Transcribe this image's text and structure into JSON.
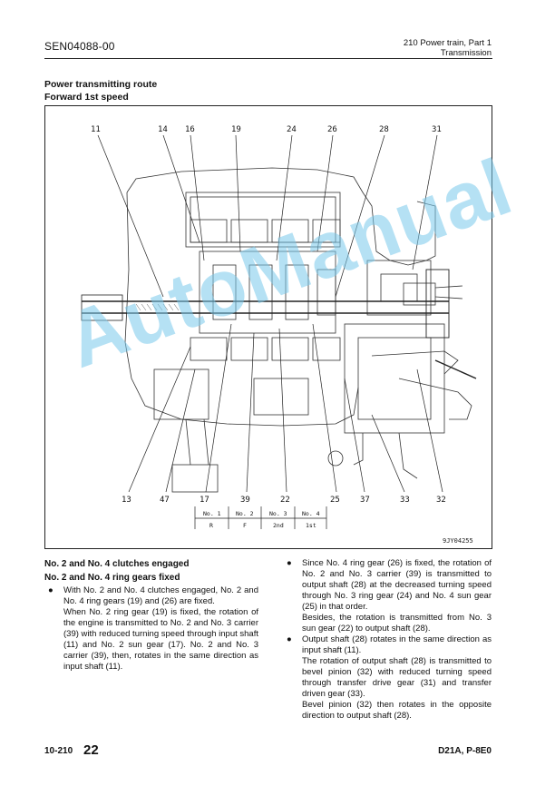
{
  "header": {
    "doc_code": "SEN04088-00",
    "section_line1": "210 Power train, Part 1",
    "section_line2": "Transmission"
  },
  "section": {
    "title": "Power transmitting route",
    "subtitle": "Forward 1st speed"
  },
  "diagram": {
    "callouts_top": [
      "11",
      "14",
      "16",
      "19",
      "24",
      "26",
      "28",
      "31"
    ],
    "callouts_bottom": [
      "13",
      "47",
      "17",
      "39",
      "22",
      "25",
      "37",
      "33",
      "32"
    ],
    "clutch_labels": [
      "No. 1",
      "No. 2",
      "No. 3",
      "No. 4"
    ],
    "gear_labels": [
      "R",
      "F",
      "2nd",
      "1st"
    ],
    "figure_code": "9JY04255"
  },
  "watermark": "AutoManual",
  "left_column": {
    "heading1": "No. 2 and No. 4 clutches engaged",
    "heading2": "No. 2 and No. 4 ring gears fixed",
    "bullet1": "With No. 2 and No. 4 clutches engaged, No. 2 and No. 4 ring gears (19) and (26) are fixed.",
    "bullet1_cont": "When No. 2 ring gear (19) is fixed, the rotation of the engine is transmitted to No. 2 and No. 3 carrier (39) with reduced turning speed through input shaft (11) and No. 2 sun gear (17). No. 2 and No. 3 carrier (39), then, rotates in the same direction as input shaft (11)."
  },
  "right_column": {
    "bullet1": "Since No. 4 ring gear (26) is fixed, the rotation of No. 2 and No. 3 carrier (39) is transmitted to output shaft (28) at the decreased turning speed through No. 3 ring gear (24) and No. 4 sun gear (25) in that order.",
    "bullet1_cont": "Besides, the rotation is transmitted from No. 3 sun gear (22) to output shaft (28).",
    "bullet2": "Output shaft (28) rotates in the same direction as input shaft (11).",
    "bullet2_cont1": "The rotation of output shaft (28) is transmitted to bevel pinion (32) with reduced turning speed through transfer drive gear (31) and transfer driven gear (33).",
    "bullet2_cont2": "Bevel pinion (32) then rotates in the opposite direction to output shaft (28)."
  },
  "footer": {
    "section_num": "10-210",
    "page_num": "22",
    "model": "D21A, P-8E0"
  }
}
